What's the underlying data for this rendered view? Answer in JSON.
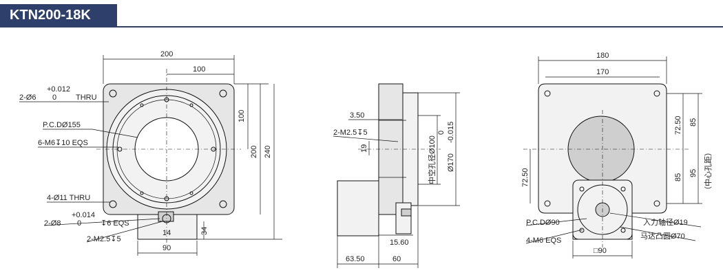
{
  "header": {
    "title": "KTN200-18K"
  },
  "views": {
    "front": {
      "dim_200": "200",
      "dim_100": "100",
      "dim_100_v": "100",
      "dim_200_v": "200",
      "dim_240": "240",
      "dim_90": "90",
      "dim_14": "14",
      "dim_34": "34",
      "label_thru_prefix": "2-Ø6",
      "label_thru_tol_top": "+0.012",
      "label_thru_tol_bottom": "0",
      "label_thru_suffix": "THRU",
      "label_pcd": "P.C.DØ155",
      "label_m6": "6-M6↧10 EQS",
      "label_4phi11": "4-Ø11 THRU",
      "label_2phi8_prefix": "2-Ø8",
      "label_2phi8_tol_top": "+0.014",
      "label_2phi8_tol_bottom": "0",
      "label_2phi8_suffix": "↧6 EQS",
      "label_m25": "2-M2.5↧5"
    },
    "side": {
      "dim_350": "3.50",
      "label_m25": "2-M2.5↧5",
      "dim_19": "19",
      "label_hollow": "中空孔径Ø100",
      "label_170": "Ø170",
      "label_170_tol_top": "0",
      "label_170_tol_bottom": "-0.015",
      "dim_1560": "15.60",
      "dim_6350": "63.50",
      "dim_60": "60"
    },
    "back": {
      "dim_180": "180",
      "dim_170": "170",
      "dim_7250_top": "72.50",
      "dim_85_a": "85",
      "dim_85_b": "85",
      "dim_95": "95",
      "label_center": "（中心孔距）",
      "dim_7250_left": "72.50",
      "label_pcd90": "P.C.DØ90",
      "label_m6": "4-M6 EQS",
      "label_input": "入力轴径Ø19",
      "label_boss": "马达凸圆Ø70",
      "dim_sq90": "□90"
    }
  }
}
